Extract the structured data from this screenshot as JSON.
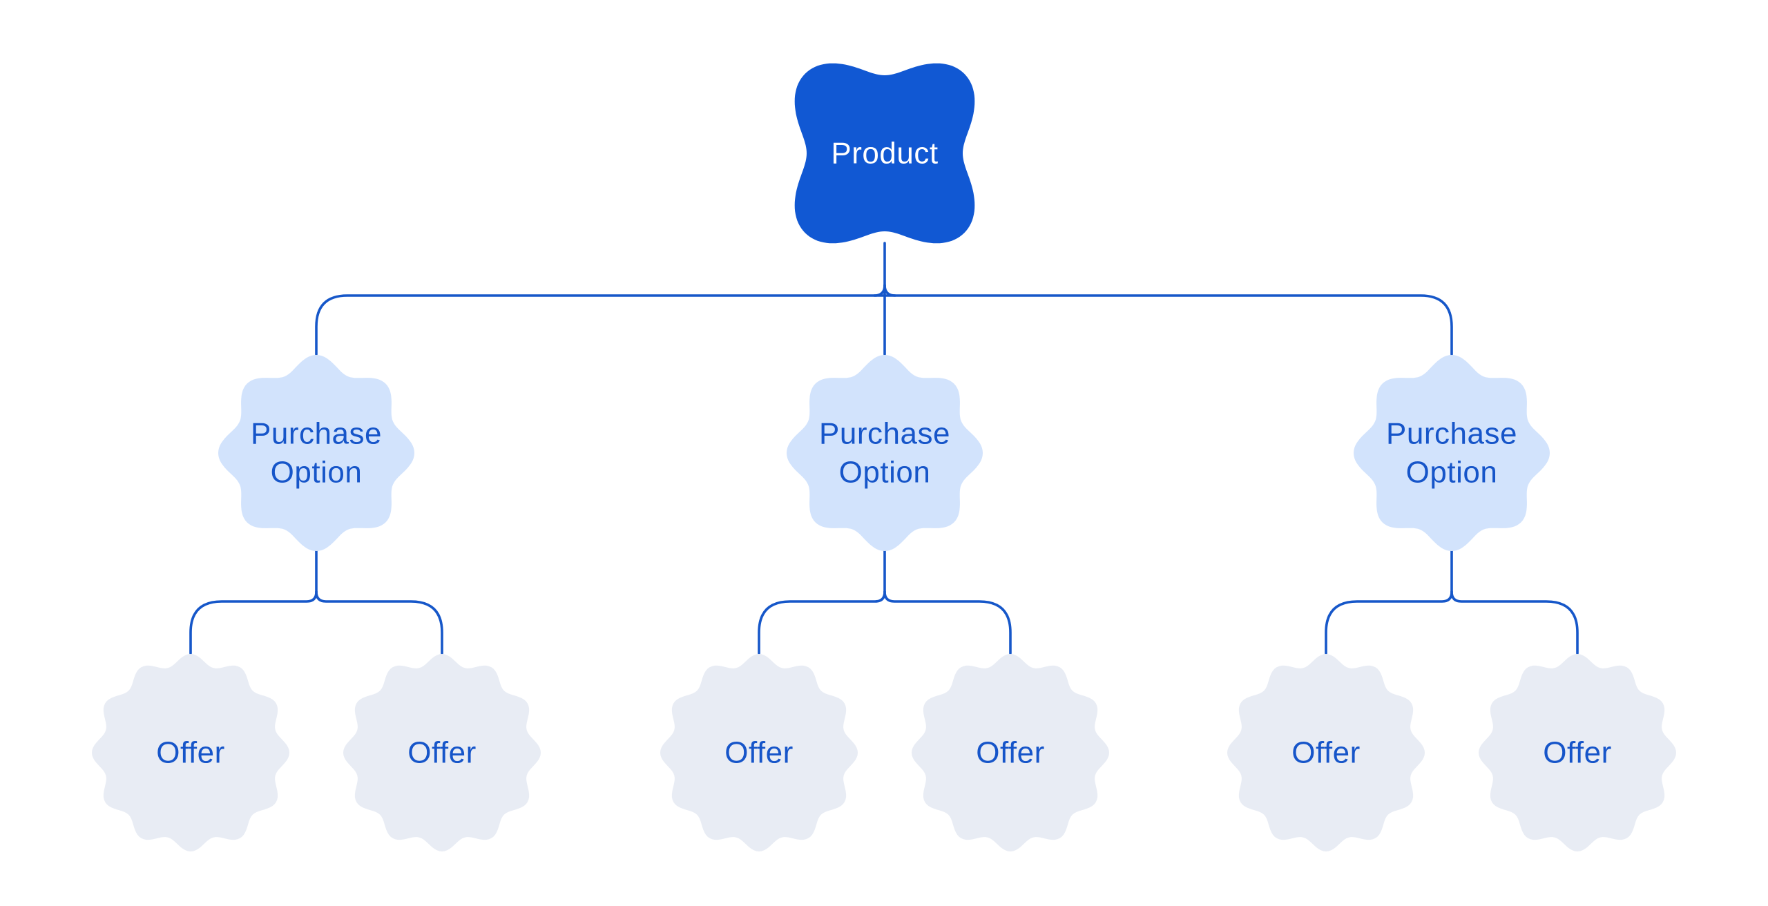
{
  "diagram": {
    "root": {
      "label": "Product"
    },
    "purchase_options": [
      {
        "label": "Purchase Option",
        "line1": "Purchase",
        "line2": "Option",
        "offers": [
          {
            "label": "Offer"
          },
          {
            "label": "Offer"
          }
        ]
      },
      {
        "label": "Purchase Option",
        "line1": "Purchase",
        "line2": "Option",
        "offers": [
          {
            "label": "Offer"
          },
          {
            "label": "Offer"
          }
        ]
      },
      {
        "label": "Purchase Option",
        "line1": "Purchase",
        "line2": "Option",
        "offers": [
          {
            "label": "Offer"
          },
          {
            "label": "Offer"
          }
        ]
      }
    ],
    "colors": {
      "background": "#ffffff",
      "root_fill": "#1158d3",
      "root_text": "#ffffff",
      "purchase_fill": "#d2e3fc",
      "offer_fill": "#e8ecf4",
      "node_text": "#1655c9",
      "connector": "#1657c9"
    }
  }
}
